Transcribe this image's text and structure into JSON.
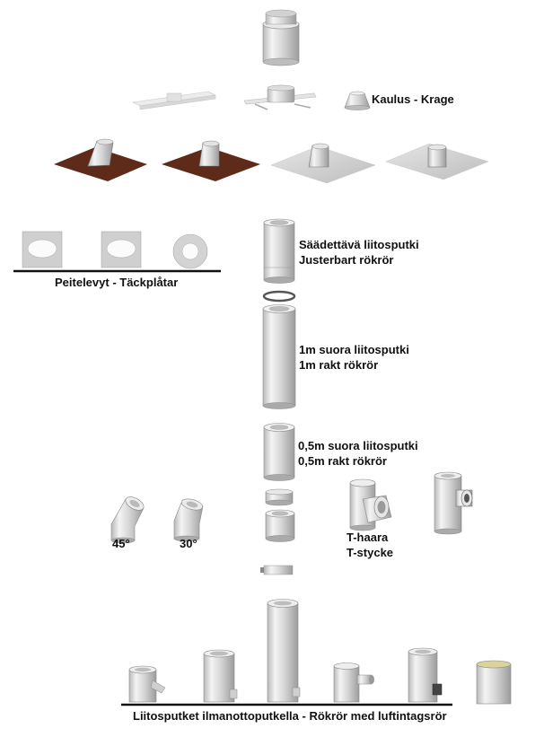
{
  "labels": {
    "kaulus": "Kaulus - Krage",
    "peitelevyt": "Peitelevyt - Täckplåtar",
    "saadettava_fi": "Säädettävä liitosputki",
    "saadettava_sv": "Justerbart rökrör",
    "suora1m_fi": "1m suora liitosputki",
    "suora1m_sv": "1m rakt rökrör",
    "suora05_fi": "0,5m suora liitosputki",
    "suora05_sv": "0,5m rakt rökrör",
    "angle45": "45°",
    "angle30": "30°",
    "thaara_fi": "T-haara",
    "thaara_sv": "T-stycke",
    "bottom": "Liitosputket ilmanottoputkella - Rökrör med luftintagsrör"
  }
}
